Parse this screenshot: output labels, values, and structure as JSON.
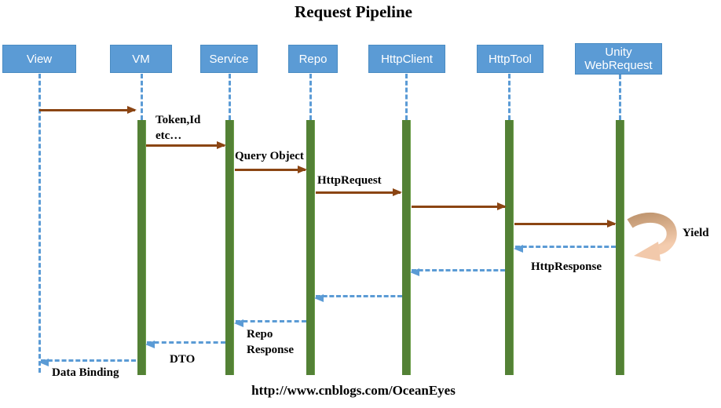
{
  "title": "Request Pipeline",
  "footer": "http://www.cnblogs.com/OceanEyes",
  "colors": {
    "actor_fill": "#5B9BD5",
    "actor_border": "#4A8BC2",
    "activation_bar": "#538135",
    "request_arrow": "#8B4513",
    "response_arrow": "#5B9BD5",
    "yield_arrow_dark": "#C29872",
    "yield_arrow_light": "#F4CCAE"
  },
  "actors": [
    {
      "name": "View"
    },
    {
      "name": "VM"
    },
    {
      "name": "Service"
    },
    {
      "name": "Repo"
    },
    {
      "name": "HttpClient"
    },
    {
      "name": "HttpTool"
    },
    {
      "name": "Unity WebRequest"
    }
  ],
  "messages": [
    {
      "from": "View",
      "to": "VM",
      "type": "request",
      "label": ""
    },
    {
      "from": "VM",
      "to": "Service",
      "type": "request",
      "label": "Token,Id\netc…"
    },
    {
      "from": "Service",
      "to": "Repo",
      "type": "request",
      "label": "Query Object"
    },
    {
      "from": "Repo",
      "to": "HttpClient",
      "type": "request",
      "label": "HttpRequest"
    },
    {
      "from": "HttpClient",
      "to": "HttpTool",
      "type": "request",
      "label": ""
    },
    {
      "from": "HttpTool",
      "to": "Unity WebRequest",
      "type": "request",
      "label": ""
    },
    {
      "from": "Unity WebRequest",
      "to": "HttpTool",
      "type": "response",
      "label": ""
    },
    {
      "from": "HttpTool",
      "to": "HttpClient",
      "type": "response",
      "label": "HttpResponse"
    },
    {
      "from": "HttpClient",
      "to": "Repo",
      "type": "response",
      "label": ""
    },
    {
      "from": "Repo",
      "to": "Service",
      "type": "response",
      "label": "Repo\nResponse"
    },
    {
      "from": "Service",
      "to": "VM",
      "type": "response",
      "label": "DTO"
    },
    {
      "from": "VM",
      "to": "View",
      "type": "response",
      "label": "Data Binding"
    }
  ],
  "annotation": {
    "yield_label": "Yield"
  }
}
